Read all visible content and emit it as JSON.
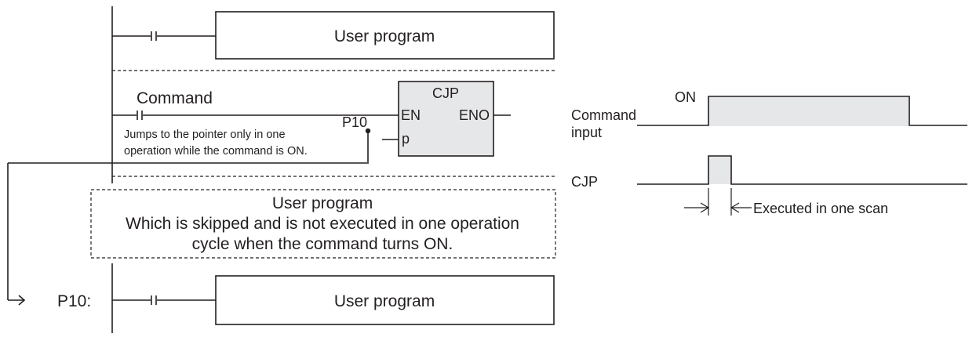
{
  "ladder": {
    "user_program_top": "User program",
    "command_label": "Command",
    "fb_title": "CJP",
    "fb_en": "EN",
    "fb_eno": "ENO",
    "fb_p": "p",
    "pointer_label": "P10",
    "note_line1": "Jumps to the pointer only in one",
    "note_line2": "operation while the command is ON.",
    "skipped_line1": "User program",
    "skipped_line2": "Which is skipped and is not executed in one operation",
    "skipped_line3": "cycle when the command turns ON.",
    "jump_target": "P10:",
    "user_program_bottom": "User program"
  },
  "timing": {
    "command_line1": "Command",
    "command_line2": "input",
    "on_label": "ON",
    "cjp_label": "CJP",
    "scan_label": "Executed in one scan"
  },
  "colors": {
    "line": "#231f20",
    "fill": "#e6e7e8"
  }
}
